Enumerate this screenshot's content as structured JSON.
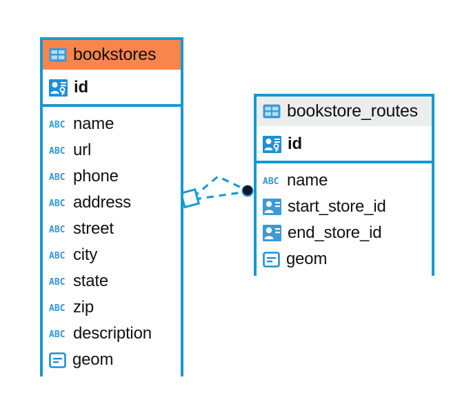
{
  "diagram": {
    "type": "entity-relationship-diagram",
    "background_color": "#ffffff",
    "accent_color": "#1798d5",
    "highlight_color": "#f9854a",
    "header_plain_color": "#eceded",
    "entities": [
      {
        "name": "bookstores",
        "header_icon": "table-icon",
        "header_style": "highlighted",
        "primary_key": {
          "label": "id",
          "icon": "primary-key-icon"
        },
        "fields": [
          {
            "label": "name",
            "icon": "text-field-icon"
          },
          {
            "label": "url",
            "icon": "text-field-icon"
          },
          {
            "label": "phone",
            "icon": "text-field-icon"
          },
          {
            "label": "address",
            "icon": "text-field-icon"
          },
          {
            "label": "street",
            "icon": "text-field-icon"
          },
          {
            "label": "city",
            "icon": "text-field-icon"
          },
          {
            "label": "state",
            "icon": "text-field-icon"
          },
          {
            "label": "zip",
            "icon": "text-field-icon"
          },
          {
            "label": "description",
            "icon": "text-field-icon"
          },
          {
            "label": "geom",
            "icon": "geometry-field-icon"
          }
        ]
      },
      {
        "name": "bookstore_routes",
        "header_icon": "table-icon",
        "header_style": "plain",
        "primary_key": {
          "label": "id",
          "icon": "primary-key-icon"
        },
        "fields": [
          {
            "label": "name",
            "icon": "text-field-icon"
          },
          {
            "label": "start_store_id",
            "icon": "foreign-key-icon"
          },
          {
            "label": "end_store_id",
            "icon": "foreign-key-icon"
          },
          {
            "label": "geom",
            "icon": "geometry-field-icon"
          }
        ]
      }
    ],
    "relationship": {
      "from_entity": "bookstores",
      "to_entity": "bookstore_routes",
      "line_style": "dashed",
      "line_color": "#1798d5",
      "source_marker": "diamond-marker",
      "target_marker": "filled-circle-marker",
      "target_marker_color": "#1a1a2e",
      "multiplicity": 2
    }
  }
}
